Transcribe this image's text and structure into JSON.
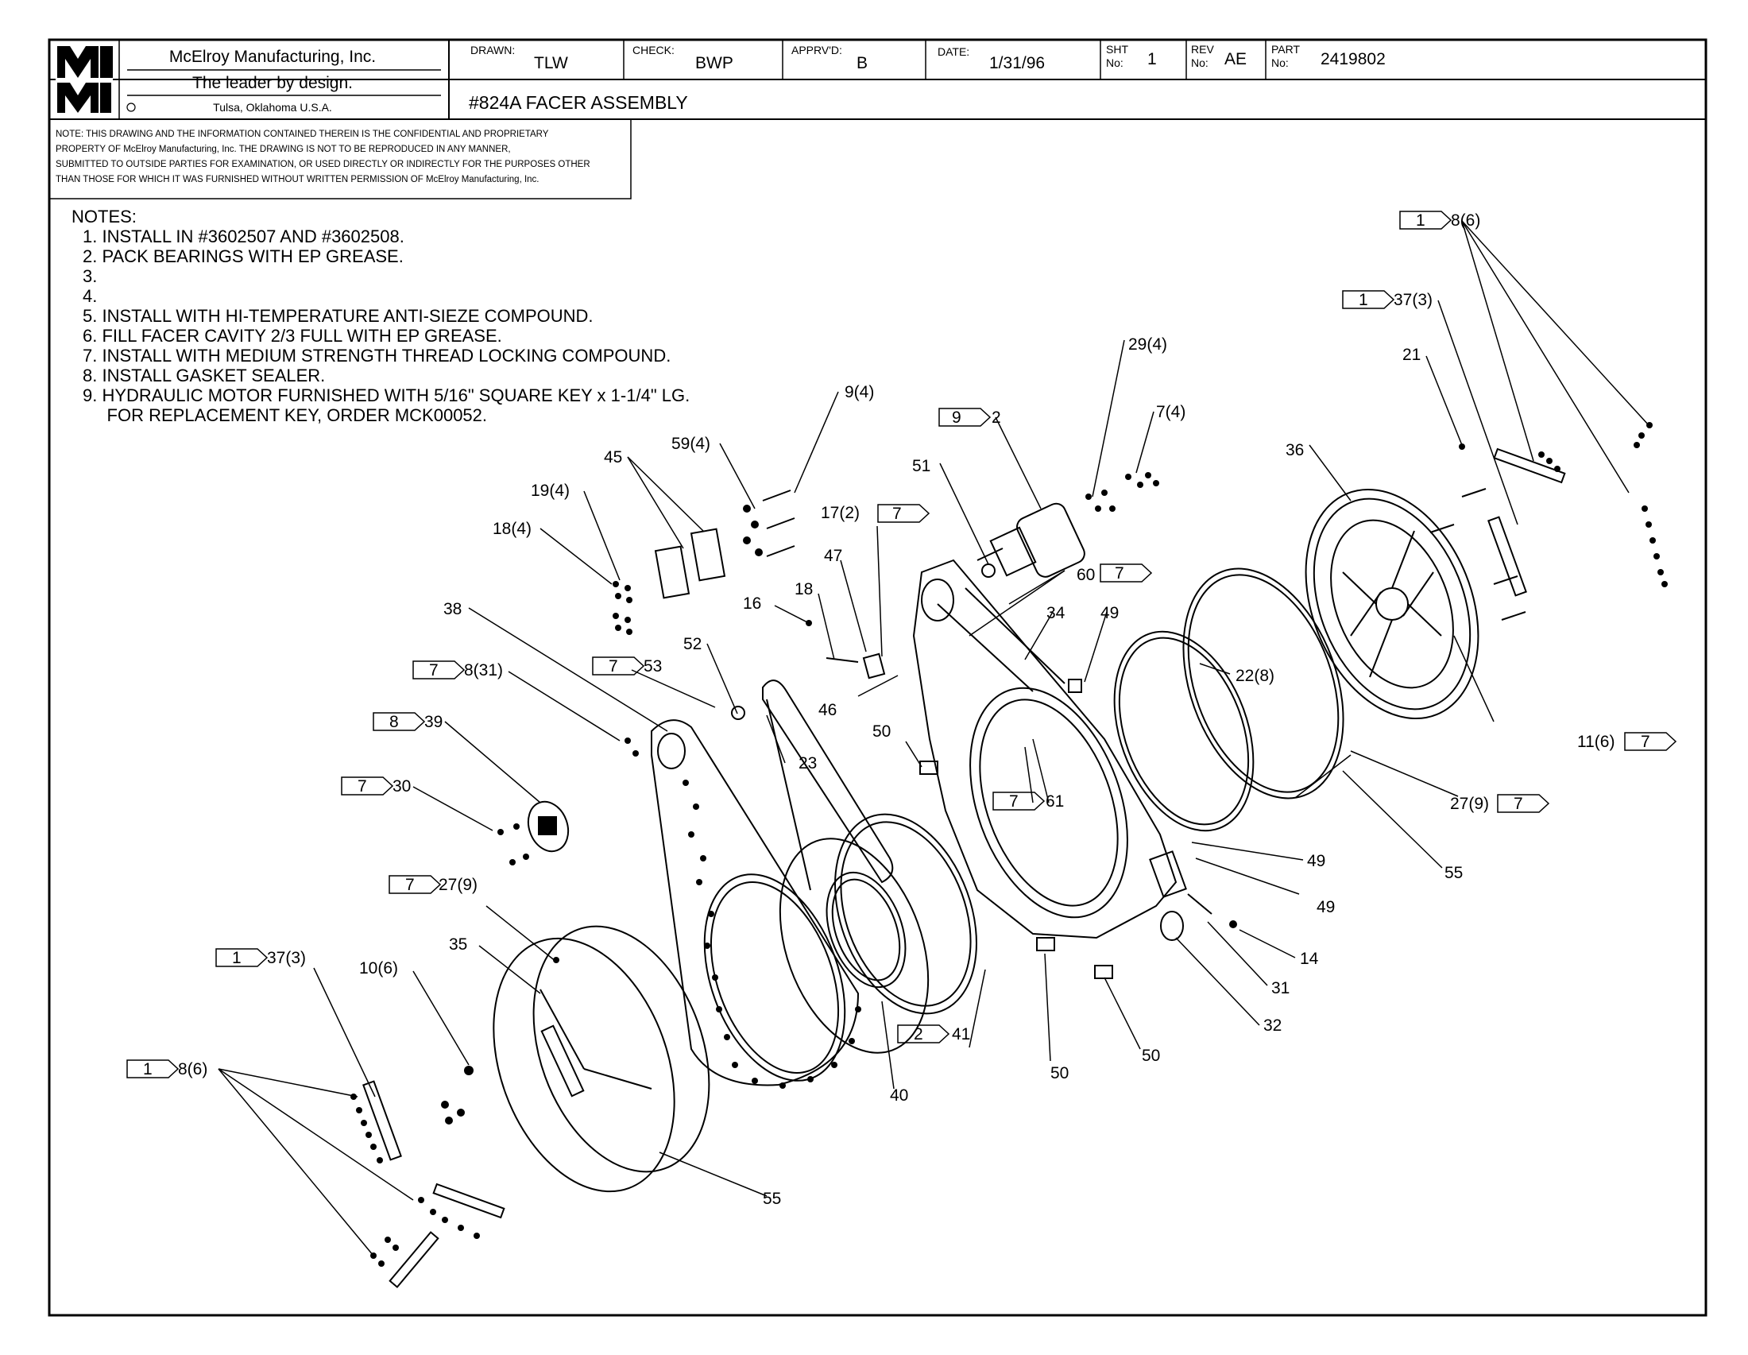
{
  "company": {
    "logo_text": "MMI",
    "name": "McElroy Manufacturing, Inc.",
    "tagline": "The leader by design.",
    "location": "Tulsa, Oklahoma U.S.A."
  },
  "title_block": {
    "drawn_label": "DRAWN:",
    "drawn_value": "TLW",
    "check_label": "CHECK:",
    "check_value": "BWP",
    "apprvd_label": "APPRV'D:",
    "apprvd_value": "B",
    "date_label": "DATE:",
    "date_value": "1/31/96",
    "sht_label_1": "SHT",
    "sht_label_2": "No:",
    "sht_value": "1",
    "rev_label_1": "REV",
    "rev_label_2": "No:",
    "rev_value": "AE",
    "part_label_1": "PART",
    "part_label_2": "No:",
    "part_value": "2419802",
    "drawing_title": "#824A FACER ASSEMBLY"
  },
  "disclaimer": [
    "NOTE: THIS DRAWING AND THE INFORMATION CONTAINED THEREIN IS THE CONFIDENTIAL AND PROPRIETARY",
    "PROPERTY OF McElroy Manufacturing, Inc. THE DRAWING IS NOT TO BE REPRODUCED IN ANY MANNER,",
    "SUBMITTED TO OUTSIDE PARTIES FOR EXAMINATION, OR USED DIRECTLY OR INDIRECTLY FOR THE PURPOSES OTHER",
    "THAN THOSE FOR WHICH IT WAS FURNISHED WITHOUT WRITTEN PERMISSION OF McElroy Manufacturing, Inc."
  ],
  "notes": {
    "heading": "NOTES:",
    "items": [
      "1.  INSTALL IN #3602507 AND #3602508.",
      "2.  PACK BEARINGS WITH EP GREASE.",
      "3.",
      "4.",
      "5.  INSTALL WITH HI-TEMPERATURE ANTI-SIEZE COMPOUND.",
      "6.  FILL FACER CAVITY 2/3 FULL WITH EP GREASE.",
      "7.  INSTALL WITH MEDIUM STRENGTH THREAD LOCKING COMPOUND.",
      "8.  INSTALL GASKET SEALER.",
      "9.  HYDRAULIC MOTOR FURNISHED WITH 5/16\" SQUARE KEY x 1-1/4\" LG.",
      "     FOR REPLACEMENT KEY, ORDER MCK00052."
    ]
  },
  "callouts": [
    "1",
    "8(6)",
    "1",
    "37(3)",
    "21",
    "36",
    "29(4)",
    "7(4)",
    "9",
    "2",
    "9(4)",
    "59(4)",
    "45",
    "19(4)",
    "18(4)",
    "51",
    "17(2)",
    "7",
    "47",
    "18",
    "16",
    "60",
    "7",
    "34",
    "49",
    "22(8)",
    "38",
    "52",
    "7",
    "53",
    "7",
    "8(31)",
    "8",
    "39",
    "46",
    "50",
    "23",
    "7",
    "61",
    "11(6)",
    "7",
    "27(9)",
    "7",
    "7",
    "30",
    "49",
    "49",
    "55",
    "7",
    "27(9)",
    "14",
    "31",
    "32",
    "1",
    "37(3)",
    "35",
    "10(6)",
    "2",
    "41",
    "40",
    "50",
    "50",
    "1",
    "8(6)",
    "55"
  ]
}
